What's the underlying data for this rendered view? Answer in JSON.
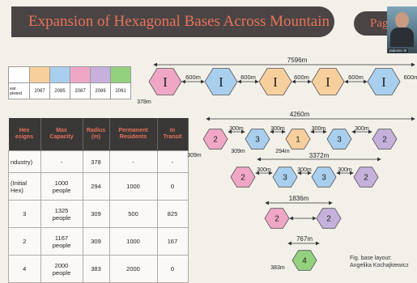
{
  "header": {
    "title": "Expansion of Hexagonal Bases Across Mountain",
    "page_tab": "Pag",
    "webcam_name": "Jadezen Sr"
  },
  "year_table": {
    "label": "ear\npleted",
    "years": [
      "2087",
      "2085",
      "2087",
      "2089",
      "2091"
    ],
    "colors": [
      "#f7cf9c",
      "#a9cfee",
      "#f0a7c6",
      "#c5b1dc",
      "#93d17e"
    ]
  },
  "hex_table": {
    "headers": [
      "Hex\nesigns",
      "Max\nCapacity",
      "Radius\n(m)",
      "Permanent\nResidents",
      "In\nTransit"
    ],
    "rows": [
      [
        "ndustry)",
        "-",
        "378",
        "-",
        "-"
      ],
      [
        "(Initial\nHex)",
        "1000\npeople",
        "294",
        "1000",
        "0"
      ],
      [
        "3",
        "1325\npeople",
        "309",
        "500",
        "825"
      ],
      [
        "2",
        "1167\npeople",
        "309",
        "1000",
        "167"
      ],
      [
        "4",
        "2000\npeople",
        "383",
        "2000",
        "0"
      ]
    ]
  },
  "diagram": {
    "dimensions": {
      "d7596": "7596m",
      "d4260": "4260m",
      "d3372": "3372m",
      "d1836": "1836m",
      "d767": "767m",
      "d378": "378m",
      "d309": "309m",
      "d294": "294m",
      "d383": "383m"
    },
    "row1": {
      "hex_label": "I",
      "gap": "600m",
      "last_gap": "600m"
    },
    "row2": {
      "labels": [
        "2",
        "3",
        "1",
        "3",
        "2"
      ],
      "gap": "300m",
      "under_gap": "309m"
    },
    "row3": {
      "labels": [
        "2",
        "3",
        "3",
        "2"
      ],
      "gap": "300m"
    },
    "row4": {
      "labels": [
        "2",
        "2"
      ]
    },
    "row5": {
      "label": "4"
    }
  },
  "caption": {
    "line1": "Fig. base layout:",
    "line2": "Angelika Kochajkiewicz"
  },
  "colors": {
    "industry": "#f0a7c6",
    "blue": "#a9cfee",
    "orange": "#f7cf9c",
    "pink": "#f0a7c6",
    "purple": "#c5b1dc",
    "green": "#93d17e",
    "accent": "#e8725a"
  }
}
